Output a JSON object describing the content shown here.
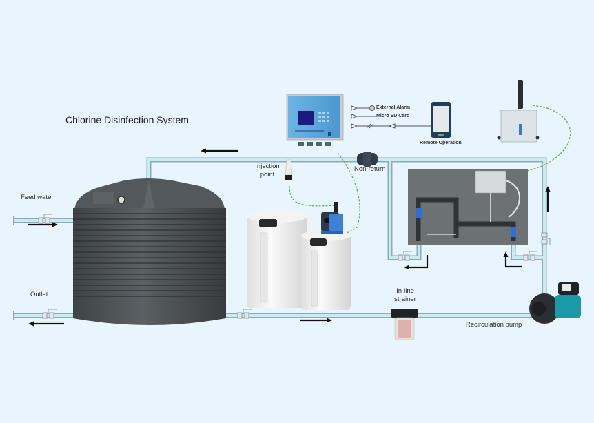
{
  "diagram": {
    "title": "Chlorine Disinfection System",
    "labels": {
      "feed_water": "Feed water",
      "outlet": "Outlet",
      "injection_point_line1": "Injection",
      "injection_point_line2": "point",
      "non_return": "Non-return",
      "inline_strainer_line1": "In-line",
      "inline_strainer_line2": "strainer",
      "recirculation_pump": "Recirculation pump",
      "external_alarm": "External Alarm",
      "micro_sd_card": "Micro SD Card",
      "remote_operation": "Remote Operation"
    },
    "components": [
      {
        "id": "storage-tank",
        "name": "Water storage tank"
      },
      {
        "id": "controller",
        "name": "Control unit"
      },
      {
        "id": "dosing-pump",
        "name": "Dosing pump"
      },
      {
        "id": "chemical-tank-large",
        "name": "Chemical tank (large)"
      },
      {
        "id": "chemical-tank-small",
        "name": "Chemical tank (small)"
      },
      {
        "id": "sensor-panel",
        "name": "Sensor panel"
      },
      {
        "id": "probe-holder",
        "name": "Probe flow cell"
      },
      {
        "id": "smartphone",
        "name": "Remote device"
      },
      {
        "id": "strainer",
        "name": "In-line strainer"
      },
      {
        "id": "recirc-pump",
        "name": "Recirculation pump"
      }
    ],
    "colors": {
      "background": "#e9f5fe",
      "pipe_fill": "#c9e6ee",
      "pipe_edge": "#8aaab4",
      "tank": "#4a4f52",
      "controller": "#5aa8dc",
      "signal": "#6ab04c",
      "pump_accent": "#1a9aa8"
    }
  }
}
